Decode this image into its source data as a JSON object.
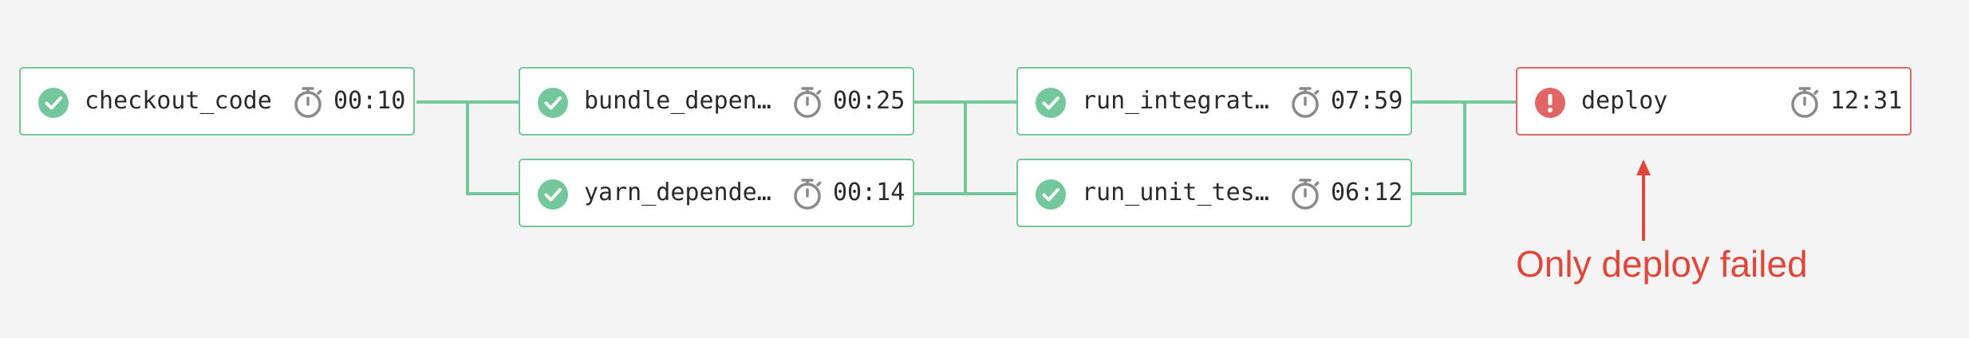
{
  "colors": {
    "success": "#74c79a",
    "failed": "#e06666",
    "annotation": "#e0473a",
    "background": "#f4f4f4"
  },
  "stages": [
    {
      "jobs": [
        {
          "name": "checkout_code",
          "duration": "00:10",
          "status": "success",
          "status_icon": "check-circle-icon",
          "timer_icon": "stopwatch-icon"
        }
      ]
    },
    {
      "jobs": [
        {
          "name": "bundle_depen…",
          "duration": "00:25",
          "status": "success",
          "status_icon": "check-circle-icon",
          "timer_icon": "stopwatch-icon"
        },
        {
          "name": "yarn_depende…",
          "duration": "00:14",
          "status": "success",
          "status_icon": "check-circle-icon",
          "timer_icon": "stopwatch-icon"
        }
      ]
    },
    {
      "jobs": [
        {
          "name": "run_integrat…",
          "duration": "07:59",
          "status": "success",
          "status_icon": "check-circle-icon",
          "timer_icon": "stopwatch-icon"
        },
        {
          "name": "run_unit_tes…",
          "duration": "06:12",
          "status": "success",
          "status_icon": "check-circle-icon",
          "timer_icon": "stopwatch-icon"
        }
      ]
    },
    {
      "jobs": [
        {
          "name": "deploy",
          "duration": "12:31",
          "status": "failed",
          "status_icon": "exclamation-circle-icon",
          "timer_icon": "stopwatch-icon"
        }
      ]
    }
  ],
  "annotation": {
    "text": "Only deploy failed",
    "arrow_icon": "arrow-up-icon"
  }
}
